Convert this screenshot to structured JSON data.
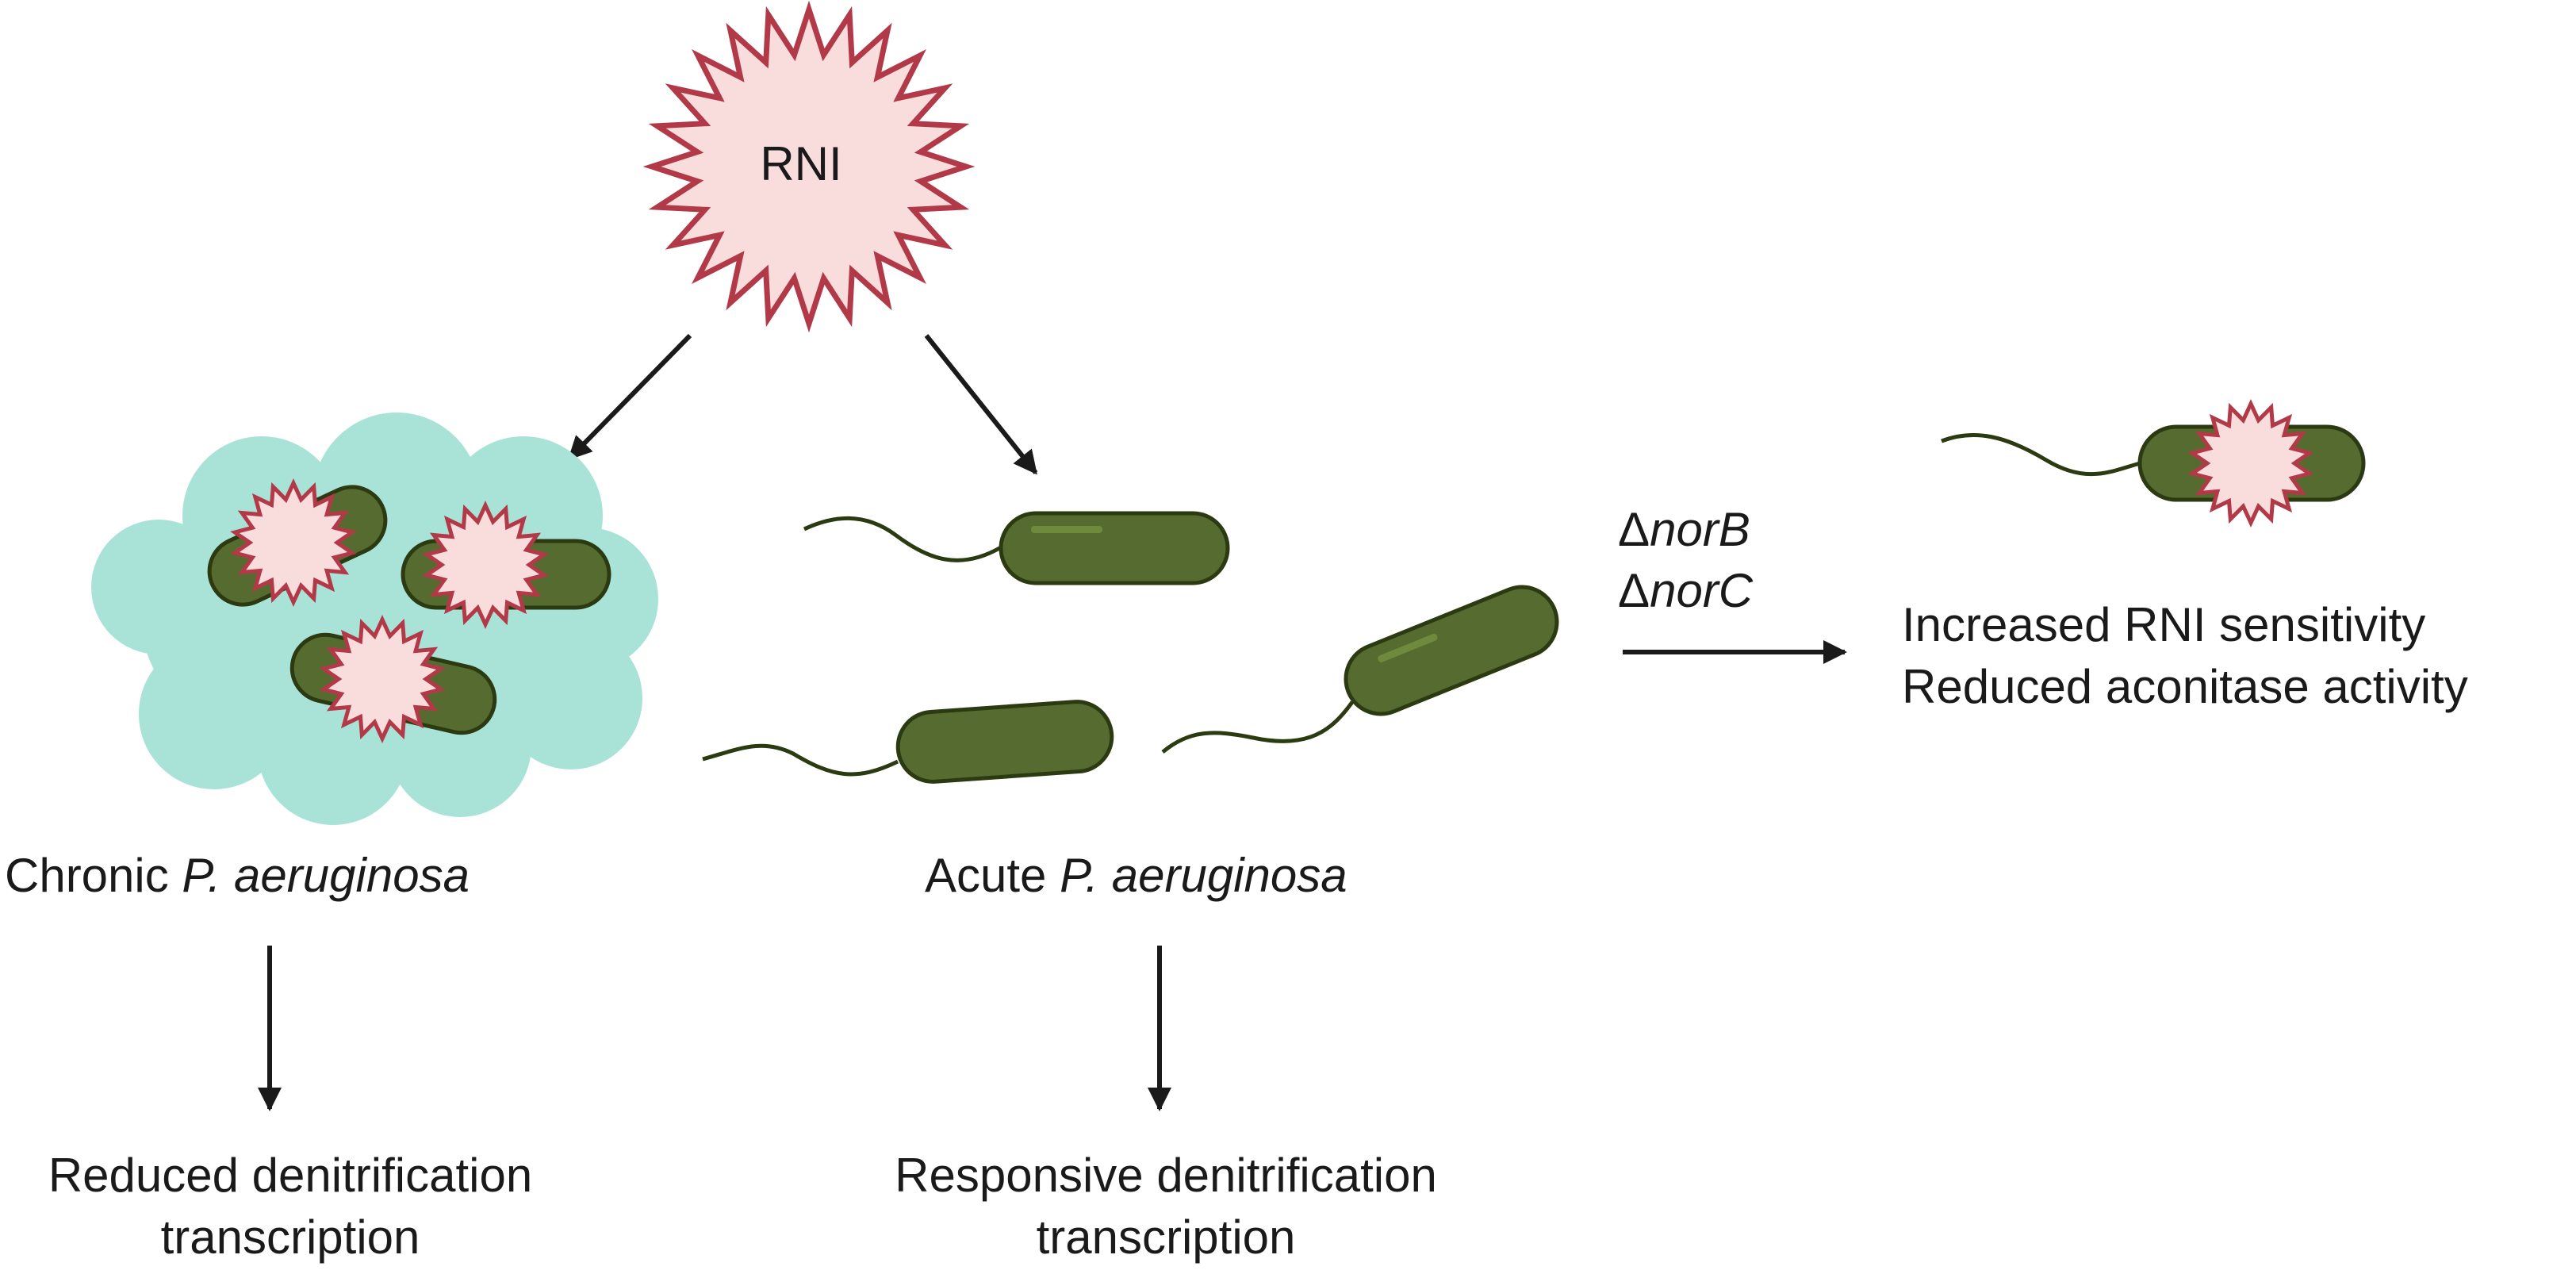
{
  "center_label": "RNI",
  "chronic": {
    "label_prefix": "Chronic ",
    "label_species": "P. aeruginosa",
    "outcome_line1": "Reduced denitrification",
    "outcome_line2": "transcription"
  },
  "acute": {
    "label_prefix": "Acute ",
    "label_species": "P. aeruginosa",
    "outcome_line1": "Responsive denitrification",
    "outcome_line2": "transcription"
  },
  "mutants": {
    "symbol": "Δ",
    "gene1": "norB",
    "gene2": "norC"
  },
  "mutant_outcome": {
    "line1": "Increased RNI sensitivity",
    "line2": "Reduced aconitase activity"
  },
  "colors": {
    "burst_fill": "#f9dcdc",
    "burst_stroke": "#b23a48",
    "bacterium_fill": "#556b2f",
    "bacterium_stroke": "#2c3a12",
    "biofilm": "#a9e3d8",
    "arrow": "#1a1a1a"
  }
}
